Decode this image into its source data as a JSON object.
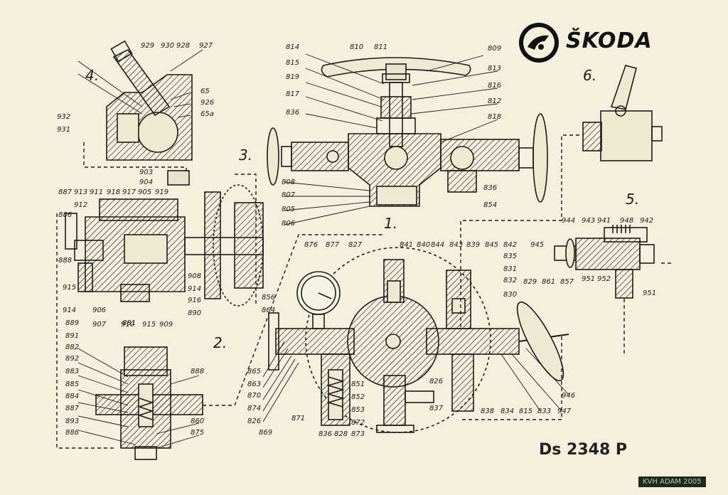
{
  "brand": {
    "name": "ŠKODA"
  },
  "document": {
    "number": "Ds 2348 P"
  },
  "watermark": {
    "tag": "KVH ADAM 2005"
  },
  "sections": [
    {
      "id": "s1",
      "num": "1."
    },
    {
      "id": "s2",
      "num": "2."
    },
    {
      "id": "s3",
      "num": "3."
    },
    {
      "id": "s4",
      "num": "4."
    },
    {
      "id": "s5",
      "num": "5."
    },
    {
      "id": "s6",
      "num": "6."
    }
  ],
  "part_labels": [
    "929",
    "930",
    "928",
    "927",
    "65",
    "926",
    "65a",
    "932",
    "931",
    "814",
    "810",
    "811",
    "809",
    "815",
    "813",
    "819",
    "816",
    "817",
    "812",
    "836",
    "818",
    "808",
    "807",
    "805",
    "806",
    "836",
    "854",
    "903",
    "904",
    "887",
    "913",
    "911",
    "918",
    "917",
    "905",
    "919",
    "886",
    "912",
    "888",
    "915",
    "914",
    "906",
    "907",
    "910",
    "915",
    "909",
    "908",
    "914",
    "916",
    "890",
    "889",
    "891",
    "881",
    "882",
    "892",
    "883",
    "885",
    "884",
    "887",
    "893",
    "886",
    "888",
    "860",
    "875",
    "876",
    "877",
    "827",
    "841",
    "840",
    "844",
    "843",
    "839",
    "845",
    "842",
    "835",
    "831",
    "832",
    "830",
    "829",
    "861",
    "857",
    "856",
    "864",
    "865",
    "863",
    "870",
    "874",
    "826",
    "871",
    "869",
    "851",
    "852",
    "853",
    "872",
    "873",
    "836",
    "828",
    "837",
    "826",
    "838",
    "834",
    "815",
    "833",
    "947",
    "946",
    "945",
    "944",
    "943",
    "941",
    "948",
    "942",
    "951",
    "952",
    "951"
  ]
}
